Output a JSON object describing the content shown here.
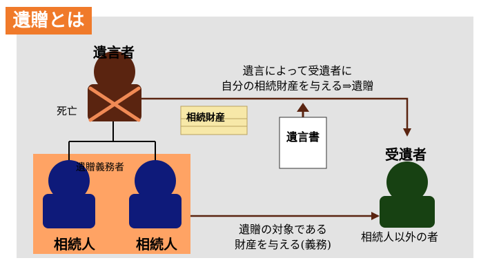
{
  "title": "遺贈とは",
  "testator": {
    "label": "遺言者",
    "status": "死亡"
  },
  "bequest": {
    "line1": "遺言によって受遺者に",
    "line2": "自分の相続財産を与える⇒遺贈"
  },
  "estate": {
    "label": "相続財産"
  },
  "will": {
    "label": "遺言書"
  },
  "obligors": {
    "group_label": "遺贈義務者",
    "heirs": [
      "相続人",
      "相続人"
    ]
  },
  "recipient": {
    "label": "受遺者",
    "description": "相続人以外の者"
  },
  "duty": {
    "line1": "遺贈の対象である",
    "line2": "財産を与える(義務)"
  },
  "colors": {
    "title_bg": "#f07a2a",
    "background": "#e3e3e3",
    "testator": "#5a2410",
    "cross": "#f08a55",
    "heir": "#0e1a7a",
    "obligor_box": "#ffa364",
    "recipient": "#174112",
    "estate": "#f7e8a8"
  }
}
